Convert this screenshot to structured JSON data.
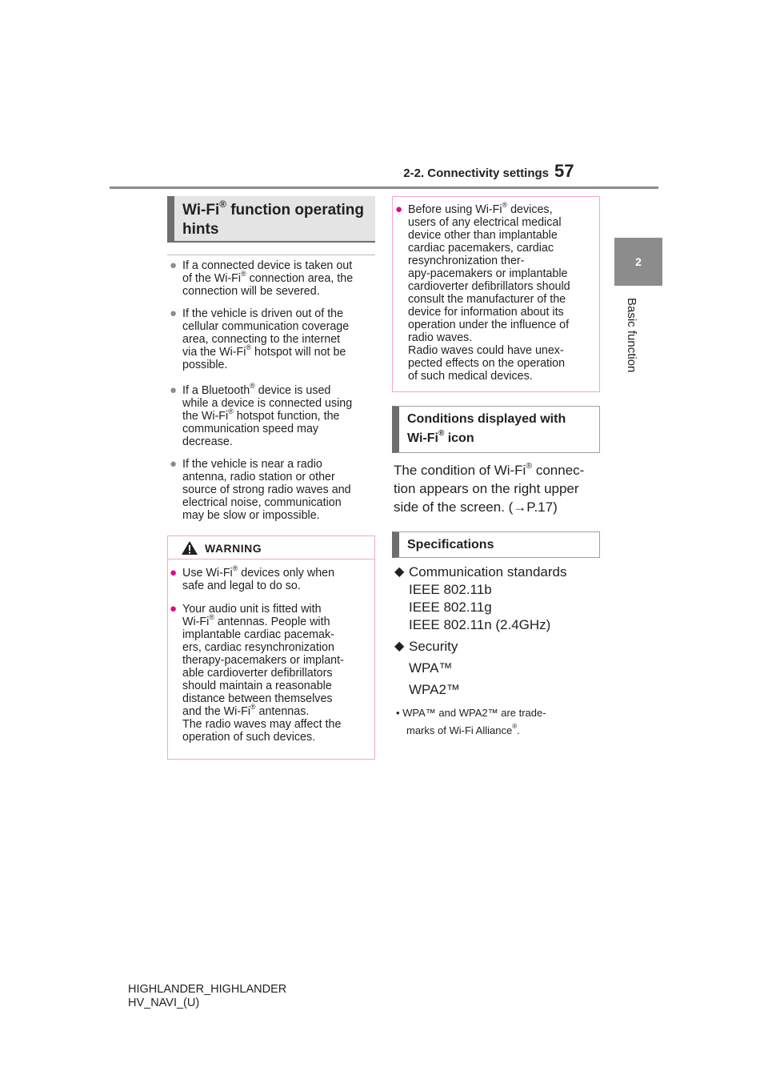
{
  "header": {
    "section": "2-2. Connectivity settings",
    "page_number": "57"
  },
  "side_tab": {
    "number": "2",
    "label": "Basic function"
  },
  "hints_section": {
    "title_pre": "Wi-Fi",
    "title_sup": "®",
    "title_post": " function operating",
    "title_line2": "hints",
    "bullets": [
      [
        "If a connected device is taken out",
        "of the Wi-Fi® connection area, the",
        "connection will be severed."
      ],
      [
        "If the vehicle is driven out of the",
        "cellular communication coverage",
        "area, connecting to the internet",
        "via the Wi-Fi® hotspot will not be",
        "possible."
      ],
      [
        "If a Bluetooth® device is used",
        "while a device is connected using",
        "the Wi-Fi® hotspot function, the",
        "communication speed may",
        "decrease."
      ],
      [
        "If the vehicle is near a radio",
        "antenna, radio station or other",
        "source of strong radio waves and",
        "electrical noise, communication",
        "may be slow or impossible."
      ]
    ]
  },
  "warning": {
    "title": "WARNING",
    "bullets": [
      [
        "Use Wi-Fi® devices only when",
        "safe and legal to do so."
      ],
      [
        "Your audio unit is fitted with",
        "Wi-Fi® antennas. People with",
        "implantable cardiac pacemak-",
        "ers, cardiac resynchronization",
        "therapy-pacemakers or implant-",
        "able cardioverter defibrillators",
        "should maintain a reasonable",
        "distance between themselves",
        "and the Wi-Fi® antennas.",
        "The radio waves may affect the",
        "operation of such devices."
      ]
    ],
    "continued_bullet": [
      "Before using Wi-Fi® devices,",
      "users of any electrical medical",
      "device other than implantable",
      "cardiac pacemakers, cardiac",
      "resynchronization ther-",
      "apy-pacemakers or implantable",
      "cardioverter defibrillators should",
      "consult the manufacturer of the",
      "device for information about its",
      "operation under the influence of",
      "radio waves.",
      "Radio waves could have unex-",
      "pected effects on the operation",
      "of such medical devices."
    ]
  },
  "conditions_section": {
    "title_line1": "Conditions displayed with",
    "title_line2": "Wi-Fi® icon",
    "text": [
      "The condition of Wi-Fi® connec-",
      "tion appears on the right upper",
      "side of the screen. (→P.17)"
    ]
  },
  "specs_section": {
    "title": "Specifications",
    "comm_label": "Communication standards",
    "comm_values": [
      "IEEE 802.11b",
      "IEEE 802.11g",
      "IEEE 802.11n (2.4GHz)"
    ],
    "security_label": "Security",
    "security_values": [
      "WPA™",
      "WPA2™"
    ],
    "footnote": [
      "• WPA™ and WPA2™ are trade-",
      "marks of Wi-Fi Alliance®."
    ]
  },
  "footer": {
    "line1": "HIGHLANDER_HIGHLANDER",
    "line2": "HV_NAVI_(U)"
  }
}
